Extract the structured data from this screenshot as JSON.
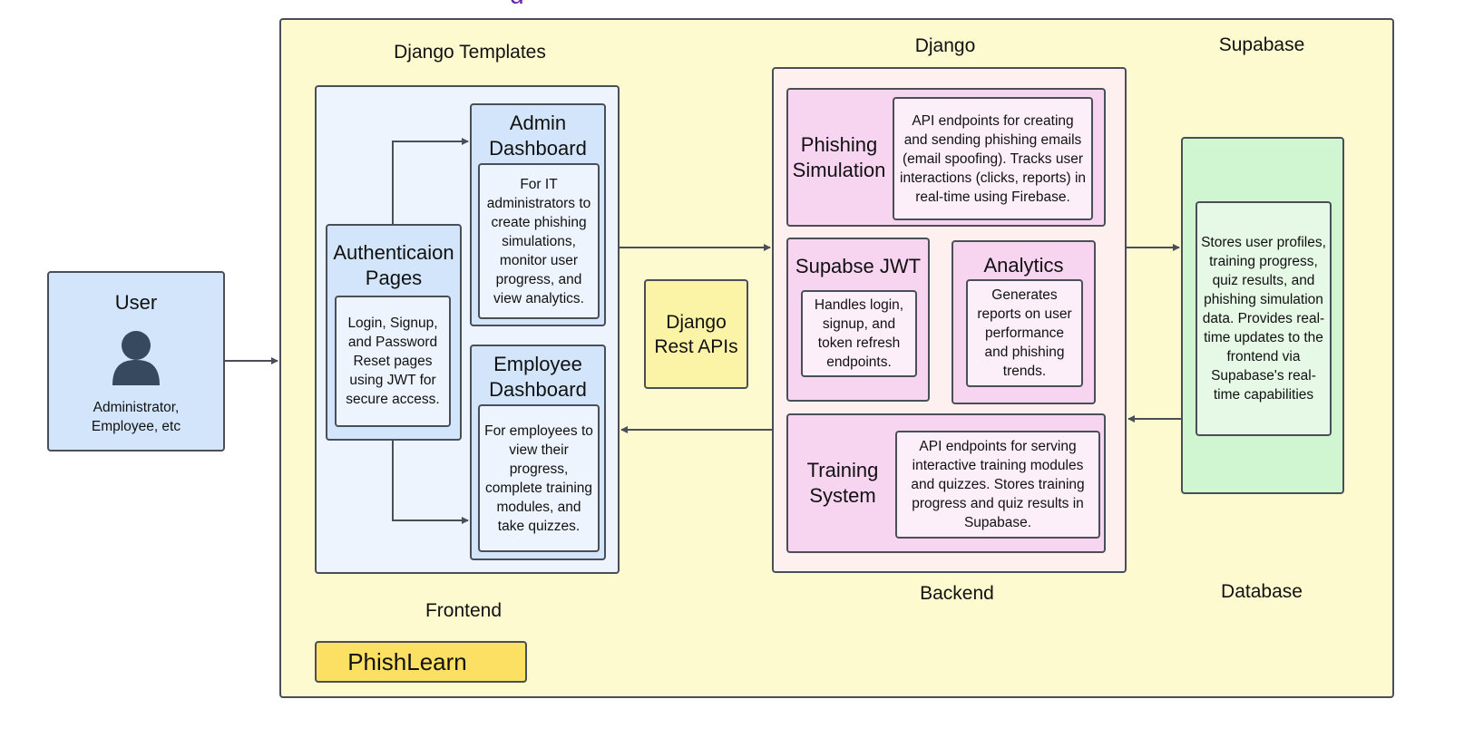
{
  "diagram_title_partial": "g",
  "user": {
    "title": "User",
    "subtitle": "Administrator, Employee, etc",
    "icon": "person-icon"
  },
  "app": {
    "name": "PhishLearn",
    "sections": {
      "frontend": {
        "header": "Django Templates",
        "footer": "Frontend",
        "auth": {
          "title": "Authenticaion Pages",
          "description": "Login, Signup, and Password Reset pages using JWT for secure access."
        },
        "admin": {
          "title": "Admin Dashboard",
          "description": "For IT administrators to create phishing simulations, monitor user progress, and view analytics."
        },
        "employee": {
          "title": "Employee Dashboard",
          "description": "For employees to view their progress, complete training modules, and take quizzes."
        }
      },
      "api": {
        "label": "Django Rest APIs"
      },
      "backend": {
        "header": "Django",
        "footer": "Backend",
        "phishing": {
          "title": "Phishing Simulation",
          "description": "API endpoints for creating and sending phishing emails (email spoofing). Tracks user interactions (clicks, reports) in real-time using Firebase."
        },
        "jwt": {
          "title": "Supabse JWT",
          "description": "Handles login, signup, and token refresh endpoints."
        },
        "analytics": {
          "title": "Analytics",
          "description": "Generates reports on user performance and phishing trends."
        },
        "training": {
          "title": "Training System",
          "description": "API endpoints for serving interactive training modules and quizzes. Stores training progress and quiz results in Supabase."
        }
      },
      "database": {
        "header": "Supabase",
        "footer": "Database",
        "description": "Stores user profiles, training progress, quiz results, and phishing simulation data. Provides real-time updates to the frontend via Supabase's real-time capabilities"
      }
    }
  },
  "colors": {
    "app_bg": "#fefad0",
    "frontend_bg": "#eef4fe",
    "frontend_card": "#d3e5fb",
    "backend_bg": "#fdf0ef",
    "backend_card": "#f7d5f1",
    "backend_inner": "#fdeffa",
    "db_card": "#cff5d1",
    "db_inner": "#e6f8e6",
    "api_box": "#fbf4a7",
    "brand_badge": "#fbe063",
    "user_card": "#d3e5fb",
    "stroke": "#4a4f57",
    "title_accent": "#6a1fb5"
  }
}
